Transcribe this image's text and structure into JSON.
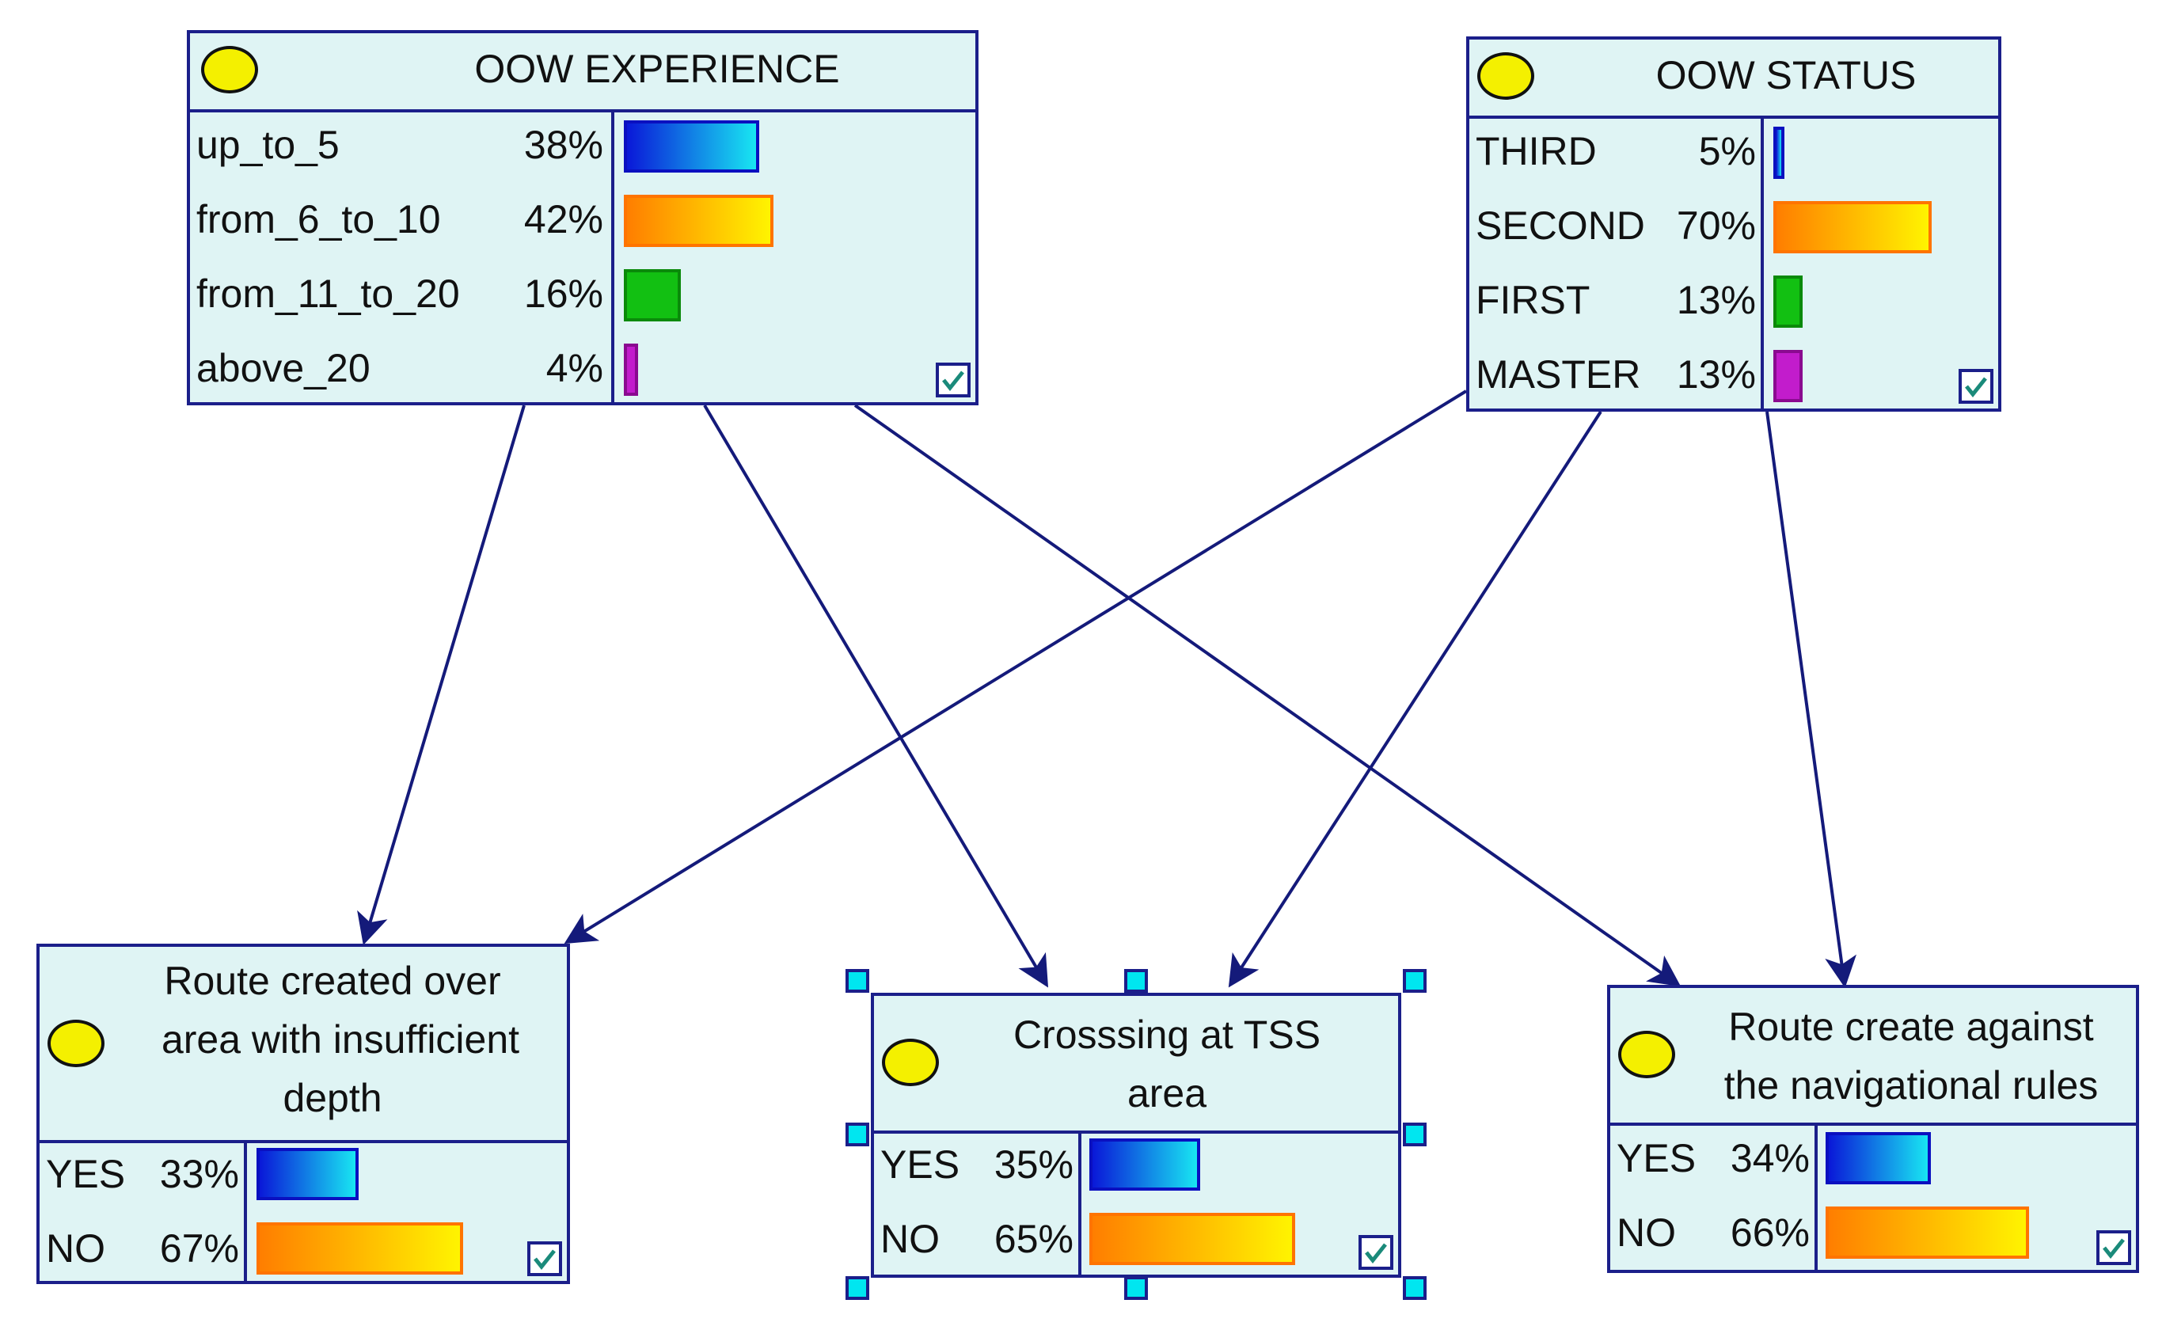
{
  "nodes": {
    "oow_experience": {
      "title": "OOW EXPERIENCE",
      "states": [
        {
          "name": "up_to_5",
          "pct": "38%",
          "value": 38,
          "color": "blue"
        },
        {
          "name": "from_6_to_10",
          "pct": "42%",
          "value": 42,
          "color": "orange"
        },
        {
          "name": "from_11_to_20",
          "pct": "16%",
          "value": 16,
          "color": "green"
        },
        {
          "name": "above_20",
          "pct": "4%",
          "value": 4,
          "color": "purple"
        }
      ]
    },
    "oow_status": {
      "title": "OOW STATUS",
      "states": [
        {
          "name": "THIRD",
          "pct": "5%",
          "value": 5,
          "color": "blue"
        },
        {
          "name": "SECOND",
          "pct": "70%",
          "value": 70,
          "color": "orange"
        },
        {
          "name": "FIRST",
          "pct": "13%",
          "value": 13,
          "color": "green"
        },
        {
          "name": "MASTER",
          "pct": "13%",
          "value": 13,
          "color": "purple"
        }
      ]
    },
    "route_insufficient_depth": {
      "title_lines": [
        "Route created over",
        "area with insufficient",
        "depth"
      ],
      "states": [
        {
          "name": "YES",
          "pct": "33%",
          "value": 33,
          "color": "blue"
        },
        {
          "name": "NO",
          "pct": "67%",
          "value": 67,
          "color": "orange"
        }
      ]
    },
    "crossing_tss": {
      "title_lines": [
        "Crosssing at TSS",
        "area"
      ],
      "states": [
        {
          "name": "YES",
          "pct": "35%",
          "value": 35,
          "color": "blue"
        },
        {
          "name": "NO",
          "pct": "65%",
          "value": 65,
          "color": "orange"
        }
      ]
    },
    "route_nav_rules": {
      "title_lines": [
        "Route create against",
        "the navigational rules"
      ],
      "states": [
        {
          "name": "YES",
          "pct": "34%",
          "value": 34,
          "color": "blue"
        },
        {
          "name": "NO",
          "pct": "66%",
          "value": 66,
          "color": "orange"
        }
      ]
    }
  },
  "edges": [
    {
      "from": "OOW EXPERIENCE",
      "to": "Route created over area with insufficient depth"
    },
    {
      "from": "OOW EXPERIENCE",
      "to": "Crosssing at TSS area"
    },
    {
      "from": "OOW EXPERIENCE",
      "to": "Route create against the navigational rules"
    },
    {
      "from": "OOW STATUS",
      "to": "Route created over area with insufficient depth"
    },
    {
      "from": "OOW STATUS",
      "to": "Crosssing at TSS area"
    },
    {
      "from": "OOW STATUS",
      "to": "Route create against the navigational rules"
    }
  ],
  "colors": {
    "node_fill": "#dff4f4",
    "node_border": "#1b1f8a",
    "edge": "#141a7a",
    "bulb": "#f4f000",
    "handle": "#00e6f0"
  },
  "icons": {
    "node_status": "yellow-bulb-icon",
    "node_check": "check-icon"
  }
}
